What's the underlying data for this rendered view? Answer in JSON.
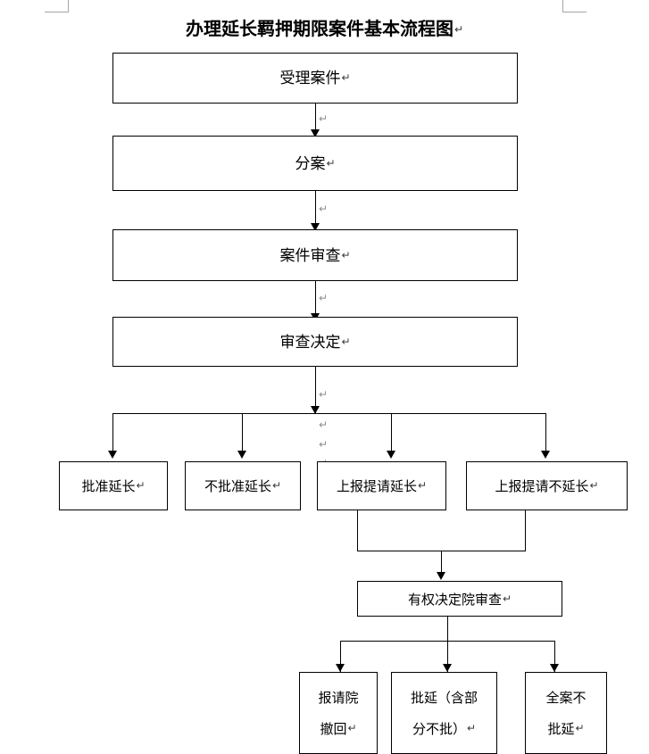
{
  "document": {
    "title": "办理延长羁押期限案件基本流程图",
    "paragraph_mark": "↵",
    "page_background": "#ffffff",
    "line_color": "#000000",
    "margin_mark_color": "#a6a6a6"
  },
  "chart_data": {
    "type": "diagram",
    "title": "办理延长羁押期限案件基本流程图",
    "orientation": "top-to-bottom",
    "nodes": [
      {
        "id": "n1",
        "label": "受理案件",
        "mark": "↵"
      },
      {
        "id": "n2",
        "label": "分案",
        "mark": "↵"
      },
      {
        "id": "n3",
        "label": "案件审查",
        "mark": "↵"
      },
      {
        "id": "n4",
        "label": "审查决定",
        "mark": "↵"
      },
      {
        "id": "b1",
        "label": "批准延长",
        "mark": "↵"
      },
      {
        "id": "b2",
        "label": "不批准延长",
        "mark": "↵"
      },
      {
        "id": "b3",
        "label": "上报提请延长",
        "mark": "↵"
      },
      {
        "id": "b4",
        "label": "上报提请不延长",
        "mark": "↵"
      },
      {
        "id": "c1",
        "label": "有权决定院审查",
        "mark": "↵"
      },
      {
        "id": "d1",
        "line1": "报请院",
        "line2": "撤回",
        "mark": "↵"
      },
      {
        "id": "d2",
        "line1": "批延（含部",
        "line2": "分不批）",
        "mark": "↵"
      },
      {
        "id": "d3",
        "line1": "全案不",
        "line2": "批延",
        "mark": "↵"
      }
    ],
    "edges": [
      {
        "from": "n1",
        "to": "n2"
      },
      {
        "from": "n2",
        "to": "n3"
      },
      {
        "from": "n3",
        "to": "n4"
      },
      {
        "from": "n4",
        "to": "b1"
      },
      {
        "from": "n4",
        "to": "b2"
      },
      {
        "from": "n4",
        "to": "b3"
      },
      {
        "from": "n4",
        "to": "b4"
      },
      {
        "from": "b3",
        "to": "c1"
      },
      {
        "from": "b4",
        "to": "c1"
      },
      {
        "from": "c1",
        "to": "d1"
      },
      {
        "from": "c1",
        "to": "d2"
      },
      {
        "from": "c1",
        "to": "d3"
      }
    ]
  }
}
